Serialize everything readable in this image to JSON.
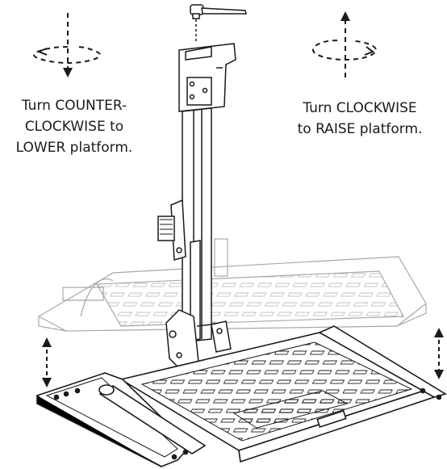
{
  "instructions": {
    "counter_clockwise": {
      "lines": [
        "Turn COUNTER-",
        "CLOCKWISE to",
        "LOWER platform."
      ]
    },
    "clockwise": {
      "lines": [
        "Turn CLOCKWISE",
        "to RAISE platform."
      ]
    }
  },
  "icons": {
    "left_rotation": "counter-clockwise-rotation-icon",
    "right_rotation": "clockwise-rotation-icon",
    "wrench": "ratchet-wrench-icon",
    "left_travel": "vertical-travel-arrow-icon",
    "right_travel": "vertical-travel-arrow-icon"
  },
  "colors": {
    "line": "#1a1a1a",
    "ghost_line": "#9a9a9a",
    "fill": "#ffffff"
  }
}
